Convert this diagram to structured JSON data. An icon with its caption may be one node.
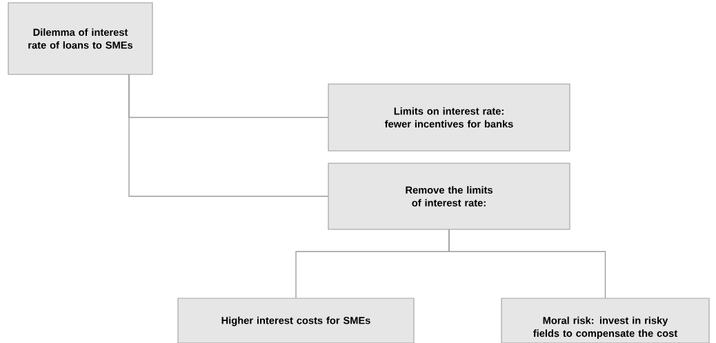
{
  "diagram": {
    "nodes": [
      {
        "text": [
          "Dilemma of interest rate of loans to SMEs"
        ]
      },
      {
        "text": [
          "Limits on interest rate: fewer incentives for banks"
        ]
      },
      {
        "text": [
          "Remove the limits of interest rate:"
        ]
      },
      {
        "text": [
          "Higher interest costs for SMEs"
        ]
      },
      {
        "text": [
          "Moral risk: invest in risky fields to compensate the cost"
        ]
      }
    ],
    "edges": [
      {
        "from": 0,
        "to": 1,
        "arrow": "none"
      },
      {
        "from": 0,
        "to": 2,
        "arrow": "none"
      },
      {
        "from": 2,
        "to": 3,
        "arrow": "none"
      },
      {
        "from": 2,
        "to": 4,
        "arrow": "none"
      }
    ]
  }
}
